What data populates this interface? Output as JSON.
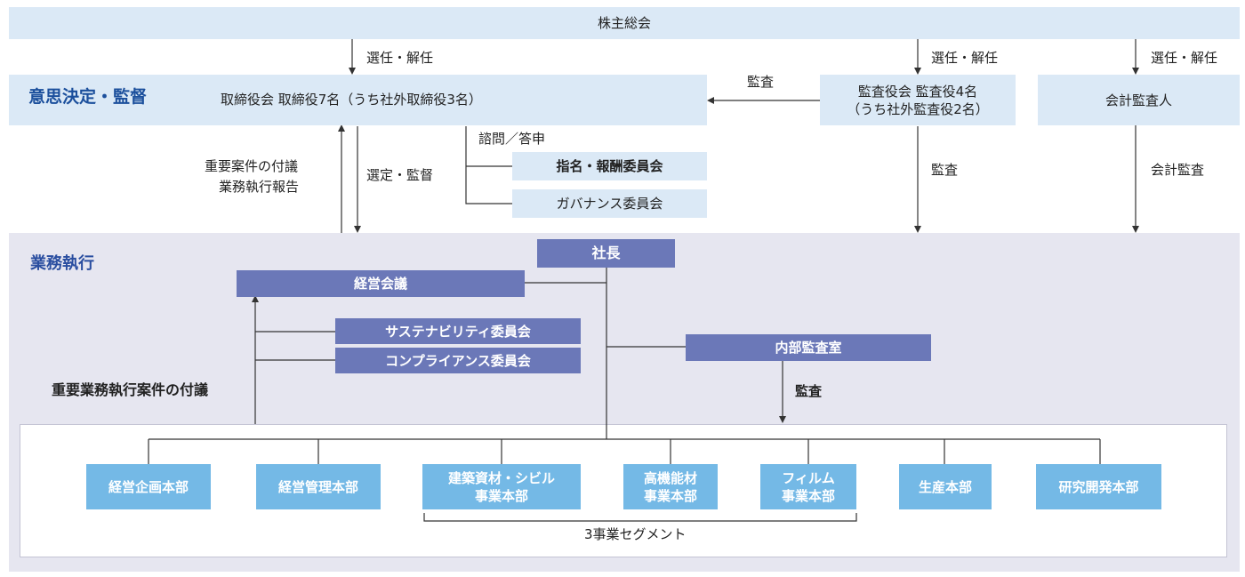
{
  "shareholders": "株主総会",
  "elect_dismiss": "選任・解任",
  "section_governance": "意思決定・監督",
  "board": "取締役会 取締役7名（うち社外取締役3名）",
  "audit": "監査",
  "audit_board_line1": "監査役会 監査役4名",
  "audit_board_line2": "（うち社外監査役2名）",
  "accounting_auditor": "会計監査人",
  "consult_reply": "諮問／答申",
  "nomination_committee": "指名・報酬委員会",
  "governance_committee": "ガバナンス委員会",
  "report_line1": "重要案件の付議",
  "report_line2": "業務執行報告",
  "select_supervise": "選定・監督",
  "accounting_audit": "会計監査",
  "section_execution": "業務執行",
  "president": "社長",
  "management_meeting": "経営会議",
  "sustainability_committee": "サステナビリティ委員会",
  "compliance_committee": "コンプライアンス委員会",
  "internal_audit": "内部監査室",
  "exec_proposal": "重要業務執行案件の付議",
  "departments": [
    {
      "line1": "経営企画本部",
      "line2": ""
    },
    {
      "line1": "経営管理本部",
      "line2": ""
    },
    {
      "line1": "建築資材・シビル",
      "line2": "事業本部"
    },
    {
      "line1": "高機能材",
      "line2": "事業本部"
    },
    {
      "line1": "フィルム",
      "line2": "事業本部"
    },
    {
      "line1": "生産本部",
      "line2": ""
    },
    {
      "line1": "研究開発本部",
      "line2": ""
    }
  ],
  "segments": "3事業セグメント",
  "colors": {
    "light_box": "#dbe9f6",
    "execution_bg": "#e6e6f0",
    "dark_box": "#6b78b8",
    "department_box": "#74b9e6",
    "governance_title": "#1b4f9c",
    "execution_title": "#2a4ea0"
  }
}
